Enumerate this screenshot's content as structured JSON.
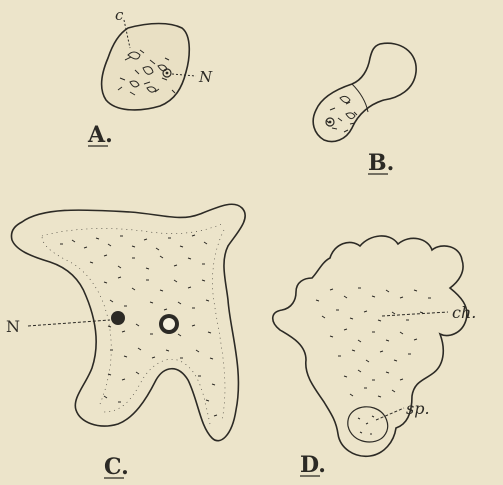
{
  "figure": {
    "panels": [
      {
        "id": "A",
        "label": "A.",
        "callouts": [
          "c",
          "N"
        ]
      },
      {
        "id": "B",
        "label": "B.",
        "callouts": []
      },
      {
        "id": "C",
        "label": "C.",
        "callouts": [
          "N"
        ]
      },
      {
        "id": "D",
        "label": "D.",
        "callouts": [
          "ch.",
          "sp."
        ]
      }
    ]
  },
  "colors": {
    "paper": "#ece4ca",
    "ink": "#2c2a25"
  }
}
